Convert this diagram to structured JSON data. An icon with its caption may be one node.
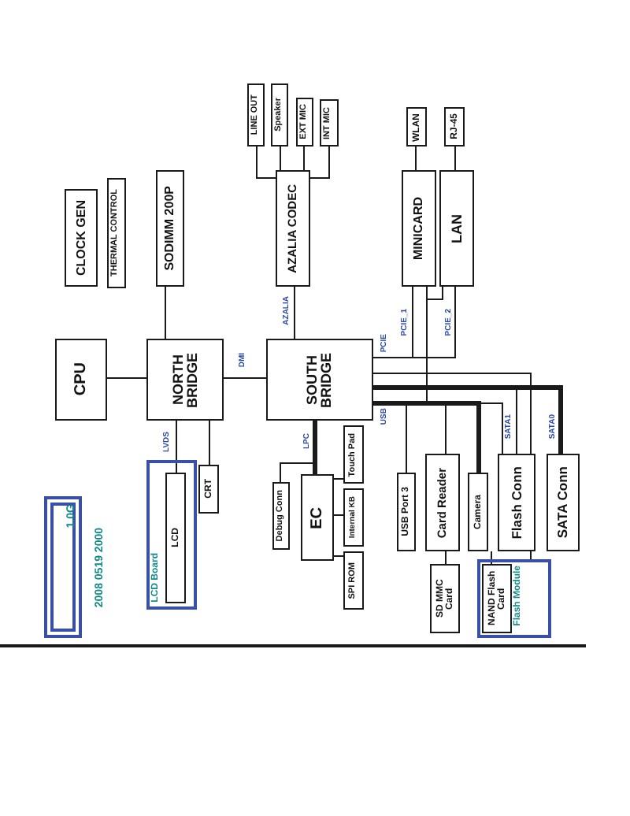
{
  "diagram": {
    "nodes": [
      {
        "text": [
          "CLOCK GEN"
        ]
      },
      {
        "text": [
          "THERMAL CONTROL"
        ]
      },
      {
        "text": [
          "SODIMM 200P"
        ]
      },
      {
        "text": [
          "LINE OUT"
        ]
      },
      {
        "text": [
          "Speaker"
        ]
      },
      {
        "text": [
          "EXT MIC"
        ]
      },
      {
        "text": [
          "INT MIC"
        ]
      },
      {
        "text": [
          "AZALIA CODEC"
        ]
      },
      {
        "text": [
          "WLAN"
        ]
      },
      {
        "text": [
          "RJ-45"
        ]
      },
      {
        "text": [
          "MINICARD"
        ]
      },
      {
        "text": [
          "LAN"
        ]
      },
      {
        "text": [
          "CPU"
        ]
      },
      {
        "text": [
          "NORTH BRIDGE"
        ]
      },
      {
        "text": [
          "SOUTH BRIDGE"
        ]
      },
      {
        "text": [
          "LCD Board"
        ]
      },
      {
        "text": [
          "LCD"
        ],
        "in": 15
      },
      {
        "text": [
          "CRT"
        ]
      },
      {
        "text": [
          "Debug Conn"
        ]
      },
      {
        "text": [
          "EC"
        ]
      },
      {
        "text": [
          "Touch Pad"
        ]
      },
      {
        "text": [
          "Internal KB"
        ]
      },
      {
        "text": [
          "SPI ROM"
        ]
      },
      {
        "text": [
          "USB Port 3"
        ]
      },
      {
        "text": [
          "Card Reader"
        ]
      },
      {
        "text": [
          "Camera"
        ]
      },
      {
        "text": [
          "Flash Conn"
        ]
      },
      {
        "text": [
          "SATA Conn"
        ]
      },
      {
        "text": [
          "SD MMC Card"
        ]
      },
      {
        "text": [
          "Flash Module"
        ]
      },
      {
        "text": [
          "NAND Flash Card"
        ],
        "in": 29
      },
      {
        "text": [
          "1.0G"
        ]
      }
    ],
    "edges": [
      {
        "from": 12,
        "to": 13,
        "arrow": "none"
      },
      {
        "from": 13,
        "to": 2,
        "arrow": "none"
      },
      {
        "from": 13,
        "to": 14,
        "arrow": "none",
        "label": "DMI"
      },
      {
        "from": 13,
        "to": 16,
        "arrow": "none",
        "label": "LVDS"
      },
      {
        "from": 13,
        "to": 17,
        "arrow": "none"
      },
      {
        "from": 14,
        "to": 7,
        "arrow": "none",
        "label": "AZALIA"
      },
      {
        "from": 7,
        "to": 3,
        "arrow": "none"
      },
      {
        "from": 7,
        "to": 4,
        "arrow": "none"
      },
      {
        "from": 7,
        "to": 5,
        "arrow": "none"
      },
      {
        "from": 7,
        "to": 6,
        "arrow": "none"
      },
      {
        "from": 10,
        "to": 8,
        "arrow": "none"
      },
      {
        "from": 11,
        "to": 9,
        "arrow": "none"
      },
      {
        "from": 14,
        "to": 10,
        "arrow": "none",
        "label": "PCIE_1"
      },
      {
        "from": 14,
        "to": 11,
        "arrow": "none",
        "label": "PCIE_2"
      },
      {
        "from": 14,
        "to": 10,
        "arrow": "none"
      },
      {
        "from": 14,
        "to": 19,
        "arrow": "none",
        "label": "LPC",
        "style": "thick"
      },
      {
        "from": 14,
        "to": 18,
        "arrow": "none"
      },
      {
        "from": 19,
        "to": 20,
        "arrow": "none"
      },
      {
        "from": 19,
        "to": 21,
        "arrow": "none"
      },
      {
        "from": 19,
        "to": 22,
        "arrow": "none"
      },
      {
        "from": 14,
        "to": 23,
        "arrow": "none"
      },
      {
        "from": 14,
        "to": 24,
        "arrow": "none"
      },
      {
        "from": 14,
        "to": 25,
        "arrow": "none",
        "style": "thick"
      },
      {
        "from": 14,
        "to": 26,
        "arrow": "none"
      },
      {
        "from": 14,
        "to": 26,
        "arrow": "none",
        "label": "SATA1"
      },
      {
        "from": 14,
        "to": 26,
        "arrow": "none"
      },
      {
        "from": 14,
        "to": 27,
        "arrow": "none",
        "label": "SATA0",
        "style": "thick"
      },
      {
        "from": 24,
        "to": 28,
        "arrow": "none"
      },
      {
        "from": 26,
        "to": 30,
        "arrow": "none"
      },
      {
        "from": 26,
        "to": 29,
        "arrow": "none"
      },
      {
        "from": 11,
        "to": 14,
        "arrow": "none"
      }
    ],
    "labels": [
      "PCIE",
      "USB",
      "2008 0519 2000"
    ]
  }
}
